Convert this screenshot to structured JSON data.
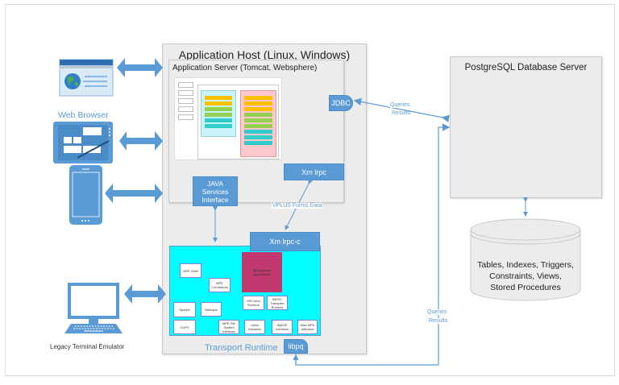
{
  "diagram": {
    "app_host": {
      "title": "Application Host (Linux, Windows)"
    },
    "app_server": {
      "title": "Application Server (Tomcat, Websphere)"
    },
    "db_server": {
      "title": "PostgreSQL Database Server"
    },
    "database": {
      "label": "Tables, Indexes, Triggers, Constraints, Views, Stored Procedures"
    },
    "clients": {
      "web_browser_label": "Web Browser",
      "legacy_terminal_label": "Legacy Terminal Emulator"
    },
    "connectors": {
      "jdbc": "JDBC",
      "xmlrpc": "Xm lrpc",
      "xmlrpc_c": "Xm lrpc-c",
      "java_services": "JAVA Services Interface",
      "libpq": "libpq"
    },
    "edge_labels": {
      "vplus": "VPLUS Forms Data",
      "jdbc_queries": "Queries",
      "jdbc_results": "Results",
      "libpq_queries": "Queries",
      "libpq_results": "Results"
    },
    "transport_runtime": {
      "title": "Transport Runtime",
      "migrated_apps": "3gl Migrated Applications",
      "modules": [
        "MPE Shell",
        "MPE Commands",
        "Spooler",
        "Batchjob",
        "CUPS",
        "MFCobol Runtime",
        "BASIC Transpiler Runtime",
        "MPE File System Intrinsics",
        "Vplus Intrinsics",
        "IMAGE Intrinsics",
        "Misc MPE Intrinsics"
      ]
    },
    "colors": {
      "accent_blue": "#5b9bd5",
      "runtime_cyan": "#00ffff",
      "migrated_magenta": "#c0396e",
      "box_gray": "#ececec"
    }
  }
}
